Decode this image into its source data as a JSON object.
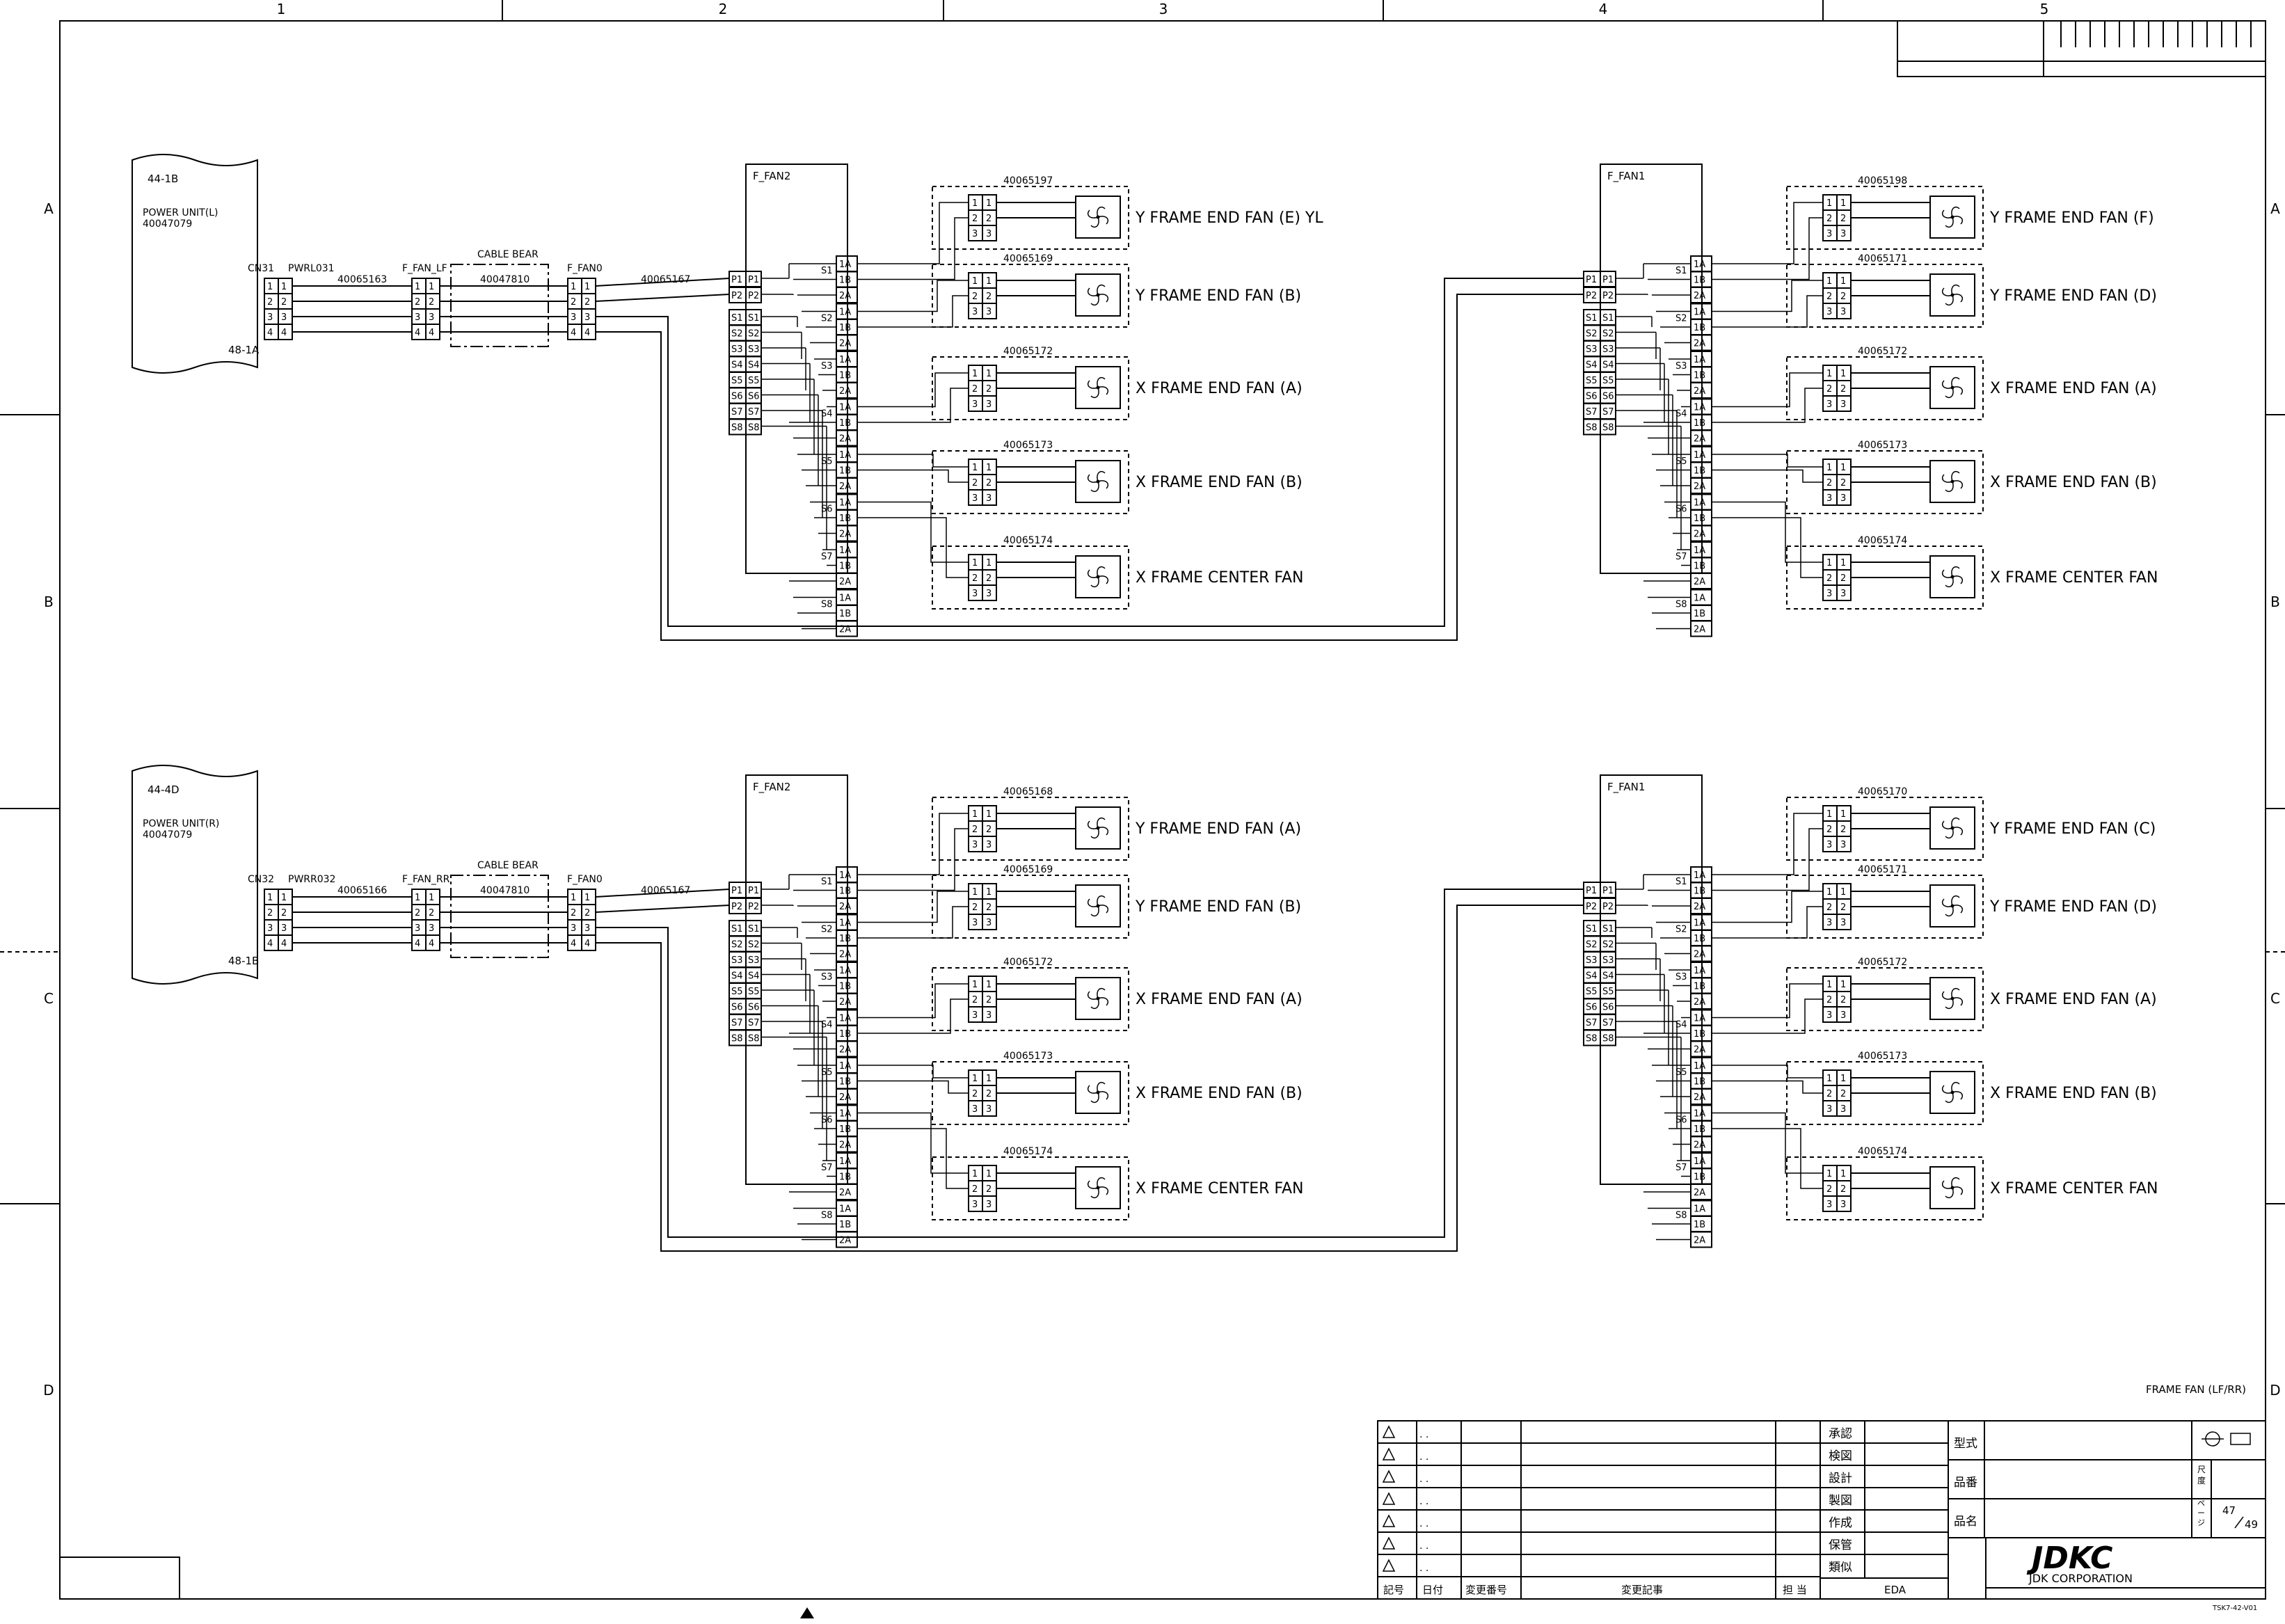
{
  "frame": {
    "columns": [
      "1",
      "2",
      "3",
      "4",
      "5"
    ],
    "rows": [
      "A",
      "B",
      "C",
      "D"
    ]
  },
  "groups": [
    {
      "id": "top",
      "source": {
        "ref_top": "44-1B",
        "name": "POWER UNIT(L)",
        "part": "40047079",
        "ref_bottom": "48-1A",
        "connector": "CN31",
        "harness_id": "PWRL031",
        "cable": "40065163",
        "pins": [
          "1",
          "2",
          "3",
          "4"
        ]
      },
      "relay": {
        "label": "F_FAN_LF"
      },
      "cable_bear": {
        "label": "CABLE BEAR",
        "part": "40047810"
      },
      "fan0": {
        "label": "F_FAN0",
        "cable": "40065167"
      },
      "hub_left": {
        "label": "F_FAN2",
        "fans": [
          {
            "part": "40065197",
            "label": "Y FRAME END FAN (E) YL"
          },
          {
            "part": "40065169",
            "label": "Y FRAME END FAN (B)"
          },
          {
            "part": "40065172",
            "label": "X FRAME END FAN (A)"
          },
          {
            "part": "40065173",
            "label": "X FRAME END FAN (B)"
          },
          {
            "part": "40065174",
            "label": "X FRAME CENTER FAN"
          }
        ]
      },
      "hub_right": {
        "label": "F_FAN1",
        "fans": [
          {
            "part": "40065198",
            "label": "Y FRAME END FAN (F)"
          },
          {
            "part": "40065171",
            "label": "Y FRAME END FAN (D)"
          },
          {
            "part": "40065172",
            "label": "X FRAME END FAN (A)"
          },
          {
            "part": "40065173",
            "label": "X FRAME END FAN (B)"
          },
          {
            "part": "40065174",
            "label": "X FRAME CENTER FAN"
          }
        ]
      }
    },
    {
      "id": "bottom",
      "source": {
        "ref_top": "44-4D",
        "name": "POWER UNIT(R)",
        "part": "40047079",
        "ref_bottom": "48-1B",
        "connector": "CN32",
        "harness_id": "PWRR032",
        "cable": "40065166",
        "pins": [
          "1",
          "2",
          "3",
          "4"
        ]
      },
      "relay": {
        "label": "F_FAN_RR"
      },
      "cable_bear": {
        "label": "CABLE BEAR",
        "part": "40047810"
      },
      "fan0": {
        "label": "F_FAN0",
        "cable": "40065167"
      },
      "hub_left": {
        "label": "F_FAN2",
        "fans": [
          {
            "part": "40065168",
            "label": "Y FRAME END FAN (A)"
          },
          {
            "part": "40065169",
            "label": "Y FRAME END FAN (B)"
          },
          {
            "part": "40065172",
            "label": "X FRAME END FAN (A)"
          },
          {
            "part": "40065173",
            "label": "X FRAME END FAN (B)"
          },
          {
            "part": "40065174",
            "label": "X FRAME CENTER FAN"
          }
        ]
      },
      "hub_right": {
        "label": "F_FAN1",
        "fans": [
          {
            "part": "40065170",
            "label": "Y FRAME END FAN (C)"
          },
          {
            "part": "40065171",
            "label": "Y FRAME END FAN (D)"
          },
          {
            "part": "40065172",
            "label": "X FRAME END FAN (A)"
          },
          {
            "part": "40065173",
            "label": "X FRAME END FAN (B)"
          },
          {
            "part": "40065174",
            "label": "X FRAME CENTER FAN"
          }
        ]
      }
    }
  ],
  "hub_pins_in": [
    "P1",
    "P2",
    "S1",
    "S2",
    "S3",
    "S4",
    "S5",
    "S6",
    "S7",
    "S8"
  ],
  "hub_ports": [
    "S1",
    "S2",
    "S3",
    "S4",
    "S5",
    "S6",
    "S7",
    "S8"
  ],
  "port_pins": [
    "1A",
    "1B",
    "2A"
  ],
  "fan_pins": [
    "1",
    "2",
    "3"
  ],
  "drawing_title": "FRAME FAN (LF/RR)",
  "title_block": {
    "revision_dots": ". .",
    "revision_headers": [
      "記号",
      "日付",
      "変更番号",
      "変更記事",
      "担 当"
    ],
    "approvals": [
      "承認",
      "検図",
      "設計",
      "製図",
      "作成",
      "保管",
      "類似"
    ],
    "approval_footer": "EDA",
    "fields": [
      "型式",
      "品番",
      "品名"
    ],
    "scale_chars": [
      "尺",
      "度"
    ],
    "page_chars": [
      "ペ",
      "ー",
      "ジ"
    ],
    "page_no": "47",
    "page_total": "49",
    "company_logo": "JDKC",
    "company_name": "JDK CORPORATION",
    "form_no": "TSK7-42-V01"
  }
}
